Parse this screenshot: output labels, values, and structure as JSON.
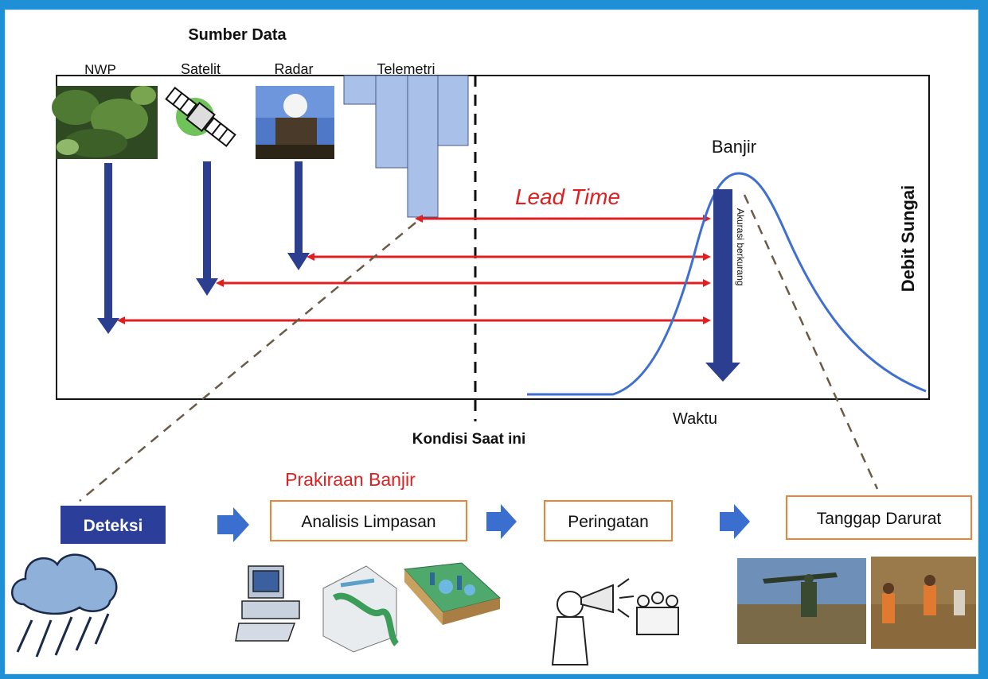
{
  "header": {
    "title": "Sumber Data",
    "sources": [
      "NWP",
      "Satelit",
      "Radar",
      "Telemetri"
    ]
  },
  "chart": {
    "peak_label": "Banjir",
    "lead_time_label": "Lead Time",
    "accuracy_label": "Akurasi berkurang",
    "y_axis_label": "Debit Sungai",
    "x_axis_label": "Waktu",
    "now_label": "Kondisi Saat ini"
  },
  "workflow": {
    "forecast_label": "Prakiraan Banjir",
    "steps": [
      "Deteksi",
      "Analisis Limpasan",
      "Peringatan",
      "Tanggap Darurat"
    ]
  },
  "colors": {
    "background": "#1f8fd6",
    "arrow_red": "#e02020",
    "arrow_blue": "#2c3e8f",
    "curve": "#3f6fd0",
    "telemetry_bar": "#a9c0e8",
    "step_border": "#e8853a",
    "deteksi_fill": "#2b3f9a",
    "forecast_text": "#e02020"
  },
  "icons": [
    "rain-cloud-icon",
    "computer-icon",
    "runoff-model-icon",
    "terrain-map-icon",
    "megaphone-crowd-icon",
    "rescue-photo-icon",
    "flood-photo-icon",
    "satellite-icon",
    "radar-dome-icon",
    "forest-photo-icon"
  ]
}
